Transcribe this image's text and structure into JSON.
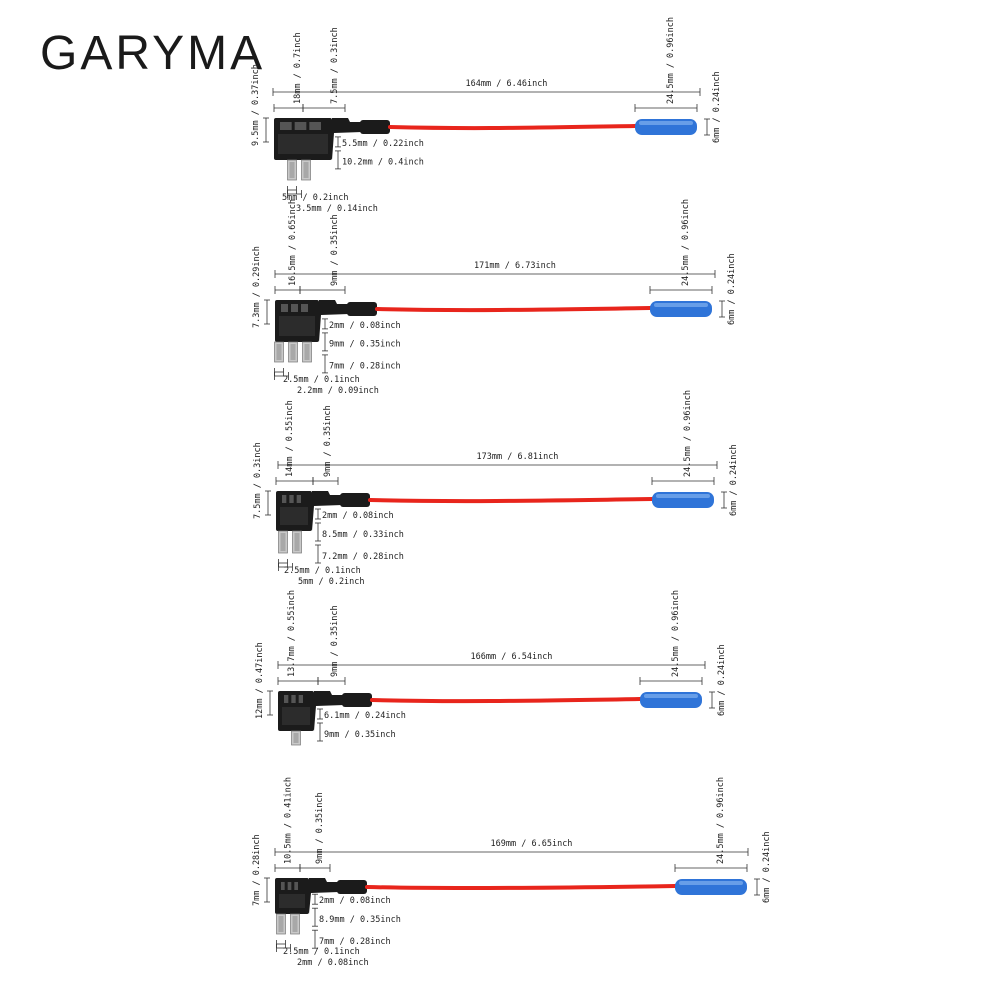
{
  "brand": "GARYMA",
  "colors": {
    "wire": "#e8251c",
    "terminal": "#2f74d8",
    "holder": "#1b1b1b",
    "dim_line": "#333333",
    "text": "#222222"
  },
  "units": [
    {
      "total": "164mm / 6.46inch",
      "holder_width": "18mm / 0.7inch",
      "tab_width": "7.5mm / 0.3inch",
      "terminal_length": "24.5mm / 0.96inch",
      "terminal_dia": "6mm / 0.24inch",
      "holder_height": "9.5mm / 0.37inch",
      "dims_right": [
        "5.5mm / 0.22inch",
        "10.2mm / 0.4inch"
      ],
      "dims_bottom": [
        "5mm / 0.2inch",
        "3.5mm / 0.14inch"
      ]
    },
    {
      "total": "171mm / 6.73inch",
      "holder_width": "16.5mm / 0.65inch",
      "tab_width": "9mm / 0.35inch",
      "terminal_length": "24.5mm / 0.96inch",
      "terminal_dia": "6mm / 0.24inch",
      "holder_height": "7.3mm / 0.29inch",
      "dims_right": [
        "2mm / 0.08inch",
        "9mm / 0.35inch",
        "7mm / 0.28inch"
      ],
      "dims_bottom": [
        "2.5mm / 0.1inch",
        "2.2mm / 0.09inch"
      ]
    },
    {
      "total": "173mm / 6.81inch",
      "holder_width": "14mm / 0.55inch",
      "tab_width": "9mm / 0.35inch",
      "terminal_length": "24.5mm / 0.96inch",
      "terminal_dia": "6mm / 0.24inch",
      "holder_height": "7.5mm / 0.3inch",
      "dims_right": [
        "2mm / 0.08inch",
        "8.5mm / 0.33inch",
        "7.2mm / 0.28inch"
      ],
      "dims_bottom": [
        "2.5mm / 0.1inch",
        "5mm / 0.2inch"
      ]
    },
    {
      "total": "166mm / 6.54inch",
      "holder_width": "13.7mm / 0.55inch",
      "tab_width": "9mm / 0.35inch",
      "terminal_length": "24.5mm / 0.96inch",
      "terminal_dia": "6mm / 0.24inch",
      "holder_height": "12mm / 0.47inch",
      "dims_right": [
        "6.1mm / 0.24inch",
        "9mm / 0.35inch"
      ],
      "dims_bottom": []
    },
    {
      "total": "169mm / 6.65inch",
      "holder_width": "10.5mm / 0.41inch",
      "tab_width": "9mm / 0.35inch",
      "terminal_length": "24.5mm / 0.96inch",
      "terminal_dia": "6mm / 0.24inch",
      "holder_height": "7mm / 0.28inch",
      "dims_right": [
        "2mm / 0.08inch",
        "8.9mm / 0.35inch",
        "7mm / 0.28inch"
      ],
      "dims_bottom": [
        "2.5mm / 0.1inch",
        "2mm / 0.08inch"
      ]
    }
  ]
}
